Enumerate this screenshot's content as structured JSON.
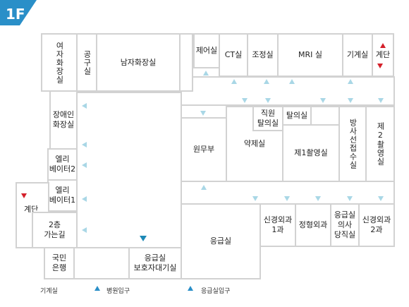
{
  "floor_badge": "1F",
  "colors": {
    "badge": "#2a8fc8",
    "wall": "#d2d2d2",
    "arrow": "#a9d7e6",
    "stair_arrow": "#d4202a",
    "entrance": "#1e89b6"
  },
  "rooms": {
    "womens_restroom": "여자화장실",
    "supply_room": "공구실",
    "mens_restroom": "남자화장실",
    "control_room": "제어실",
    "ct_room": "CT실",
    "control_room2": "조정실",
    "mri_room": "MRI 실",
    "machine_room": "기계실",
    "stairs_top": "계단",
    "accessible_restroom": "장애인\n화장실",
    "staff_locker": "직원\n탈의실",
    "locker": "탈의실",
    "radiation_room": "방사선접수실",
    "radiography_2": "제2촬영실",
    "elevator_2": "엘리\n베이터2",
    "admin_office": "원무부",
    "pharmacy": "약제실",
    "radiography_1": "제1촬영실",
    "elevator_1": "엘리\n베이터1",
    "stairs_left": "계단",
    "way_to_2f": "2층\n가는길",
    "neurosurgery_1": "신경외과\n1과",
    "orthopedics": "정형외과",
    "er_doctor_duty": "응급실\n의사\n당직실",
    "neurosurgery_2": "신경외과\n2과",
    "emergency_room": "응급실",
    "bank": "국민\n은행",
    "er_guardian_wait": "응급실\n보호자대기실"
  },
  "legend": {
    "machine_room": "기계실",
    "hospital_entrance": "병원입구",
    "er_entrance": "응급실입구"
  }
}
